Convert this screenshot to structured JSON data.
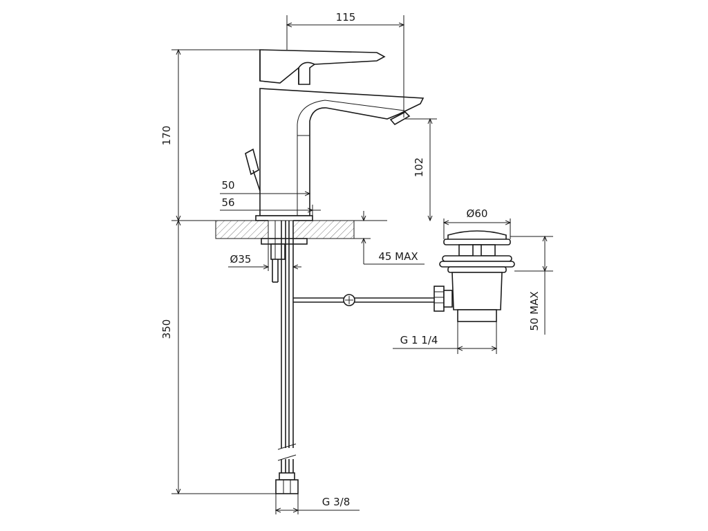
{
  "dimensions": {
    "spout_reach": "115",
    "overall_height": "170",
    "spout_height": "102",
    "body_width_50": "50",
    "base_width_56": "56",
    "hole_diameter": "Ø35",
    "deck_thickness": "45 MAX",
    "hose_length": "350",
    "supply_thread": "G 3/8",
    "waste_diameter": "Ø60",
    "waste_height": "50 MAX",
    "waste_thread": "G 1 1/4"
  }
}
